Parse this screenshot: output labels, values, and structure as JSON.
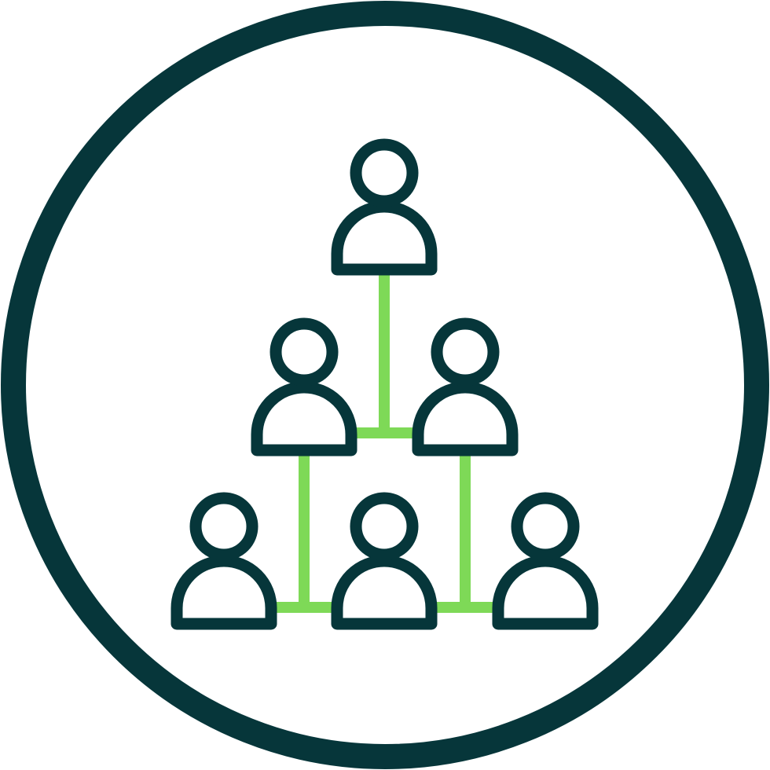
{
  "icon": {
    "name": "team-hierarchy-icon",
    "colors": {
      "outline": "#06363a",
      "connector": "#7ed957",
      "background": "#ffffff"
    },
    "rows": [
      1,
      2,
      3
    ]
  }
}
